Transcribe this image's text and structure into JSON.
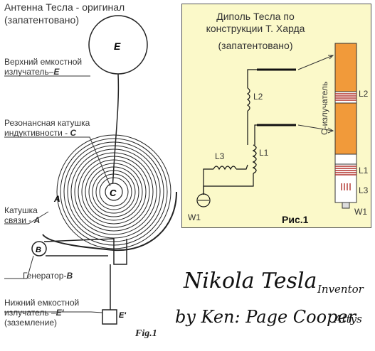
{
  "left": {
    "title": "Антенна Тесла - оригинал",
    "subtitle": "(запатентовано)",
    "top_emitter": {
      "line1": "Верхний емкостной",
      "line2": "излучатель–",
      "letter": "E"
    },
    "resonant_coil": {
      "line1": "Резонансная катушка",
      "line2": "индуктивности - ",
      "letter": "C"
    },
    "coupling_coil": {
      "line1": "Катушка",
      "line2": "связи - ",
      "letter": "A"
    },
    "generator": {
      "line1": "Генератор-",
      "letter": "B"
    },
    "bottom_emitter": {
      "line1": "Нижний емкостной",
      "line2": "излучатель –",
      "letter": "E'",
      "line3": "(заземление)"
    },
    "diagram_letters": {
      "E": "E",
      "C": "C",
      "A": "A",
      "B": "B",
      "E_prime": "E'"
    },
    "fig_label": "Fig.1"
  },
  "right": {
    "title_line1": "Диполь Тесла по",
    "title_line2": "конструкции Т. Харда",
    "title_line3": "(запатентовано)",
    "fig_label": "Рис.1",
    "labels": {
      "L1": "L1",
      "L2": "L2",
      "L3": "L3",
      "W1": "W1",
      "c_emitter": "С-излучатель"
    },
    "colors": {
      "panel_bg": "#fbf9c9",
      "orange": "#f19a3a",
      "coil_red": "#b0302a"
    }
  },
  "signature": {
    "name": "Nikola Tesla",
    "role": "Inventor",
    "by_line": "by Ken: Page Cooper",
    "attys": "Attys"
  }
}
